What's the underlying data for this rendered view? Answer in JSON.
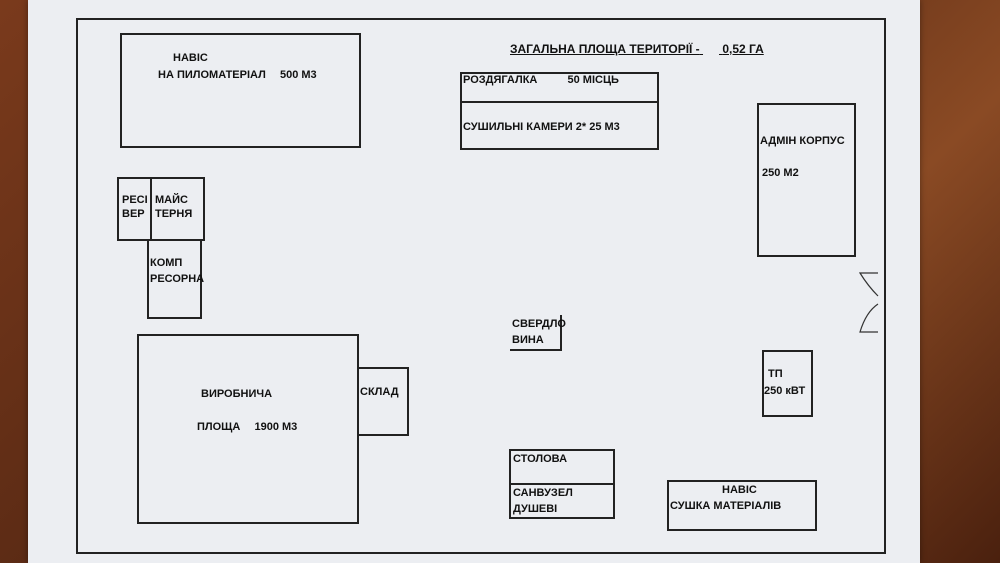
{
  "title": "ЗАГАЛЬНА ПЛОЩА ТЕРИТОРІЇ -",
  "title_area": "0,52 ГА",
  "naves_lumber": {
    "line1": "НАВІС",
    "line2": "НА ПИЛОМАТЕРІАЛ",
    "volume": "500 М3"
  },
  "changing_room": {
    "name": "РОЗДЯГАЛКА",
    "capacity": "50 МІСЦЬ"
  },
  "drying": {
    "name": "СУШИЛЬНІ  КАМЕРИ",
    "volume": "2* 25 М3"
  },
  "admin": {
    "name": "АДМІН КОРПУС",
    "area": "250 М2"
  },
  "receiver": {
    "line1": "РЕСІ",
    "line2": "ВЕР"
  },
  "workshop": {
    "line1": "МАЙС",
    "line2": "ТЕРНЯ"
  },
  "compressor": {
    "line1": "КОМП",
    "line2": "РЕСОРНА"
  },
  "production": {
    "name": "ВИРОБНИЧА",
    "area_label": "ПЛОЩА",
    "area": "1900 М3"
  },
  "warehouse": {
    "name": "СКЛАД"
  },
  "well": {
    "line1": "СВЕРДЛО",
    "line2": "ВИНА"
  },
  "transformer": {
    "line1": "ТП",
    "line2": "250 кВТ"
  },
  "canteen": {
    "name": "СТОЛОВА"
  },
  "sanitary": {
    "line1": "САНВУЗЕЛ",
    "line2": "ДУШЕВІ"
  },
  "naves_drying": {
    "line1": "НАВІС",
    "line2": "СУШКА  МАТЕРІАЛІВ"
  },
  "colors": {
    "paper": "#eceef2",
    "ink": "#222222",
    "table": "#6a3418"
  }
}
